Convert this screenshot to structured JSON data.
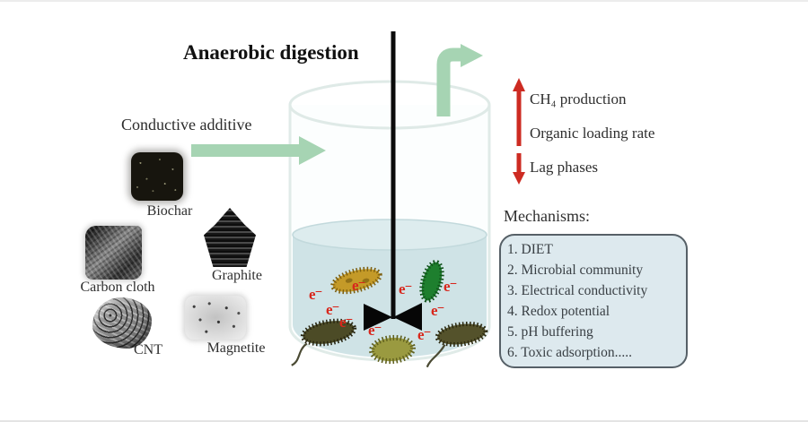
{
  "title": "Anaerobic digestion",
  "left": {
    "heading": "Conductive additive",
    "additives": [
      {
        "label": "Biochar"
      },
      {
        "label": "Graphite"
      },
      {
        "label": "Carbon cloth"
      },
      {
        "label": "CNT"
      },
      {
        "label": "Magnetite"
      }
    ]
  },
  "vessel": {
    "electron_label": "e⁻",
    "microbes": [
      "yellow-rod",
      "green-rod",
      "dark-rod-flagellum-left",
      "olive-blob",
      "dark-rod-flagellum-right"
    ]
  },
  "effects": {
    "up_arrow_labels": [
      "CH₄ production",
      "Organic loading rate"
    ],
    "down_arrow_labels": [
      "Lag phases"
    ]
  },
  "mechanisms": {
    "heading": "Mechanisms:",
    "items": [
      "1. DIET",
      "2. Microbial community",
      "3. Electrical conductivity",
      "4. Redox potential",
      "5. pH buffering",
      "6. Toxic adsorption....."
    ]
  },
  "colors": {
    "accent_green": "#a6d4b3",
    "accent_red": "#cd2b22",
    "liquid": "#cfe3e6",
    "mechanism_box_fill": "#dde9ee"
  }
}
